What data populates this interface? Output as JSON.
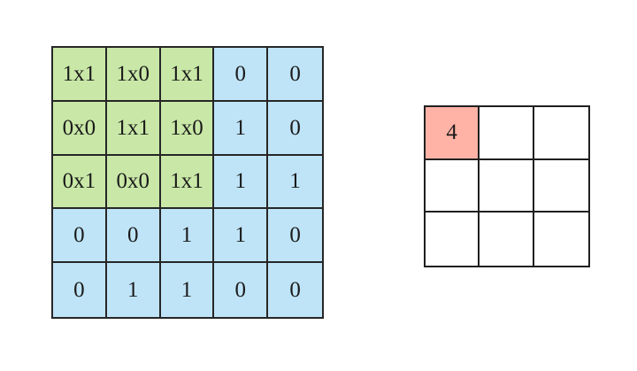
{
  "figure": {
    "type": "convolution-illustration",
    "background_color": "#ffffff"
  },
  "colors": {
    "kernel_overlay": "#c9e8a7",
    "input_cell": "#bfe4f7",
    "output_active": "#ffb3a7",
    "output_empty": "#ffffff",
    "grid_line": "#262626",
    "text": "#1a1a1a"
  },
  "input_matrix": {
    "rows": 5,
    "cols": 5,
    "cells": [
      [
        {
          "text": "1x1",
          "fill": "kernel"
        },
        {
          "text": "1x0",
          "fill": "kernel"
        },
        {
          "text": "1x1",
          "fill": "kernel"
        },
        {
          "text": "0",
          "fill": "plain"
        },
        {
          "text": "0",
          "fill": "plain"
        }
      ],
      [
        {
          "text": "0x0",
          "fill": "kernel"
        },
        {
          "text": "1x1",
          "fill": "kernel"
        },
        {
          "text": "1x0",
          "fill": "kernel"
        },
        {
          "text": "1",
          "fill": "plain"
        },
        {
          "text": "0",
          "fill": "plain"
        }
      ],
      [
        {
          "text": "0x1",
          "fill": "kernel"
        },
        {
          "text": "0x0",
          "fill": "kernel"
        },
        {
          "text": "1x1",
          "fill": "kernel"
        },
        {
          "text": "1",
          "fill": "plain"
        },
        {
          "text": "1",
          "fill": "plain"
        }
      ],
      [
        {
          "text": "0",
          "fill": "plain"
        },
        {
          "text": "0",
          "fill": "plain"
        },
        {
          "text": "1",
          "fill": "plain"
        },
        {
          "text": "1",
          "fill": "plain"
        },
        {
          "text": "0",
          "fill": "plain"
        }
      ],
      [
        {
          "text": "0",
          "fill": "plain"
        },
        {
          "text": "1",
          "fill": "plain"
        },
        {
          "text": "1",
          "fill": "plain"
        },
        {
          "text": "0",
          "fill": "plain"
        },
        {
          "text": "0",
          "fill": "plain"
        }
      ]
    ]
  },
  "output_matrix": {
    "rows": 3,
    "cols": 3,
    "cells": [
      [
        {
          "text": "4",
          "fill": "active"
        },
        {
          "text": "",
          "fill": "empty"
        },
        {
          "text": "",
          "fill": "empty"
        }
      ],
      [
        {
          "text": "",
          "fill": "empty"
        },
        {
          "text": "",
          "fill": "empty"
        },
        {
          "text": "",
          "fill": "empty"
        }
      ],
      [
        {
          "text": "",
          "fill": "empty"
        },
        {
          "text": "",
          "fill": "empty"
        },
        {
          "text": "",
          "fill": "empty"
        }
      ]
    ]
  },
  "chart_data": {
    "type": "table",
    "title": "",
    "input_values": [
      [
        1,
        1,
        1,
        0,
        0
      ],
      [
        0,
        1,
        1,
        1,
        0
      ],
      [
        0,
        0,
        1,
        1,
        1
      ],
      [
        0,
        0,
        1,
        1,
        0
      ],
      [
        0,
        1,
        1,
        0,
        0
      ]
    ],
    "kernel_values": [
      [
        1,
        0,
        1
      ],
      [
        0,
        1,
        0
      ],
      [
        1,
        0,
        1
      ]
    ],
    "kernel_position": {
      "row": 0,
      "col": 0
    },
    "output_values": [
      [
        4,
        null,
        null
      ],
      [
        null,
        null,
        null
      ],
      [
        null,
        null,
        null
      ]
    ],
    "product_labels": [
      [
        "1x1",
        "1x0",
        "1x1"
      ],
      [
        "0x0",
        "1x1",
        "1x0"
      ],
      [
        "0x1",
        "0x0",
        "1x1"
      ]
    ]
  }
}
